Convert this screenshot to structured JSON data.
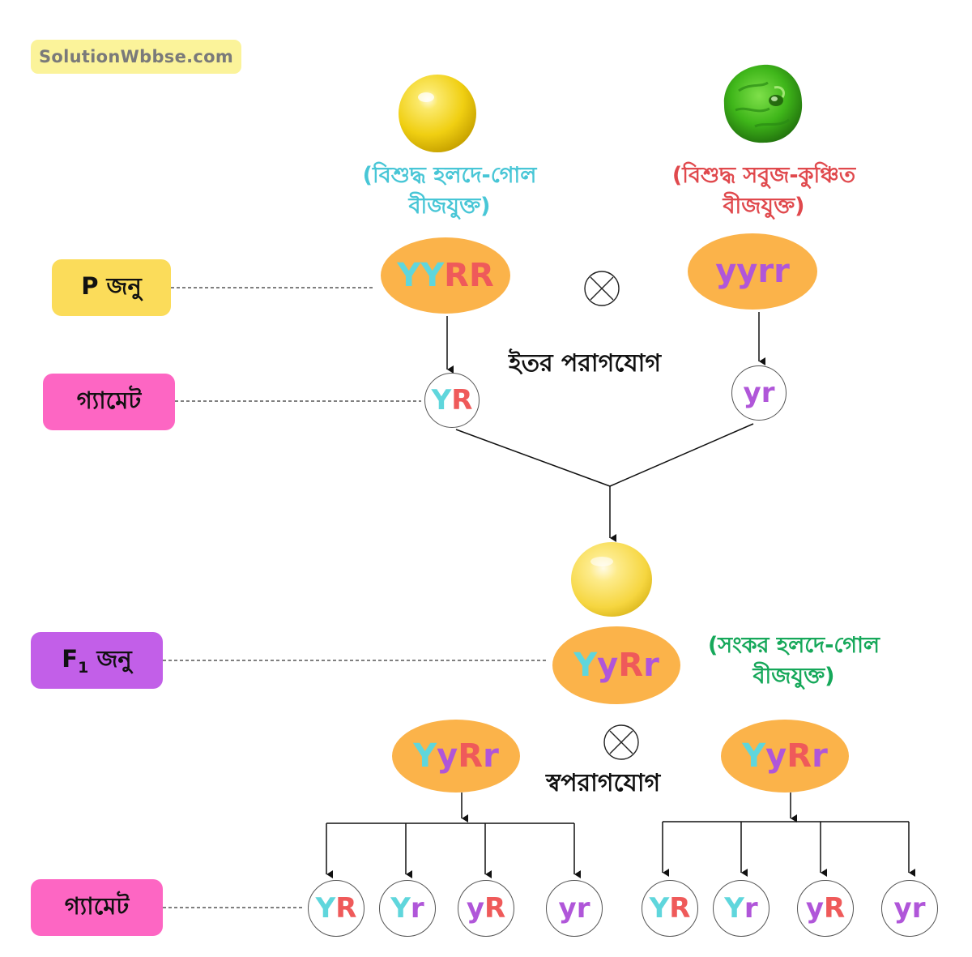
{
  "watermark": "SolutionWbbse.com",
  "colors": {
    "Y": "#5fd6dc",
    "y": "#b056d9",
    "R": "#ef5a5a",
    "r": "#b056d9",
    "parent1_desc": "#48c6d6",
    "parent2_desc": "#e0494d",
    "f1_desc": "#16a85a",
    "stage_p": "#fbdc5a",
    "stage_gamete": "#fd66c3",
    "stage_f1": "#c25fe8",
    "genotype_oval": "#fbb34a"
  },
  "icons": {
    "parent1_seed": "yellow-round-pea-icon",
    "parent2_seed": "green-wrinkled-pea-icon",
    "f1_seed": "yellow-round-pea-icon",
    "cross_symbol": "cross-symbol-icon"
  },
  "stages": {
    "p": "P জনু",
    "gamete1": "গ্যামেট",
    "f1_base": "F",
    "f1_sub": "1",
    "f1_suffix": " জনু",
    "gamete2": "গ্যামেট"
  },
  "parents": {
    "left": {
      "desc_line1": "(বিশুদ্ধ হলদে-গোল",
      "desc_line2": "বীজযুক্ত)",
      "genotype": "YYRR",
      "gamete": "YR"
    },
    "right": {
      "desc_line1": "(বিশুদ্ধ সবুজ-কুঞ্চিত",
      "desc_line2": "বীজযুক্ত)",
      "genotype": "yyrr",
      "gamete": "yr"
    }
  },
  "cross_label": "ইতর পরাগযোগ",
  "f1": {
    "genotype": "YyRr",
    "desc_line1": "(সংকর হলদে-গোল",
    "desc_line2": "বীজযুক্ত)"
  },
  "selfing": {
    "label": "স্বপরাগযোগ",
    "left_genotype": "YyRr",
    "right_genotype": "YyRr",
    "left_gametes": [
      "YR",
      "Yr",
      "yR",
      "yr"
    ],
    "right_gametes": [
      "YR",
      "Yr",
      "yR",
      "yr"
    ]
  }
}
